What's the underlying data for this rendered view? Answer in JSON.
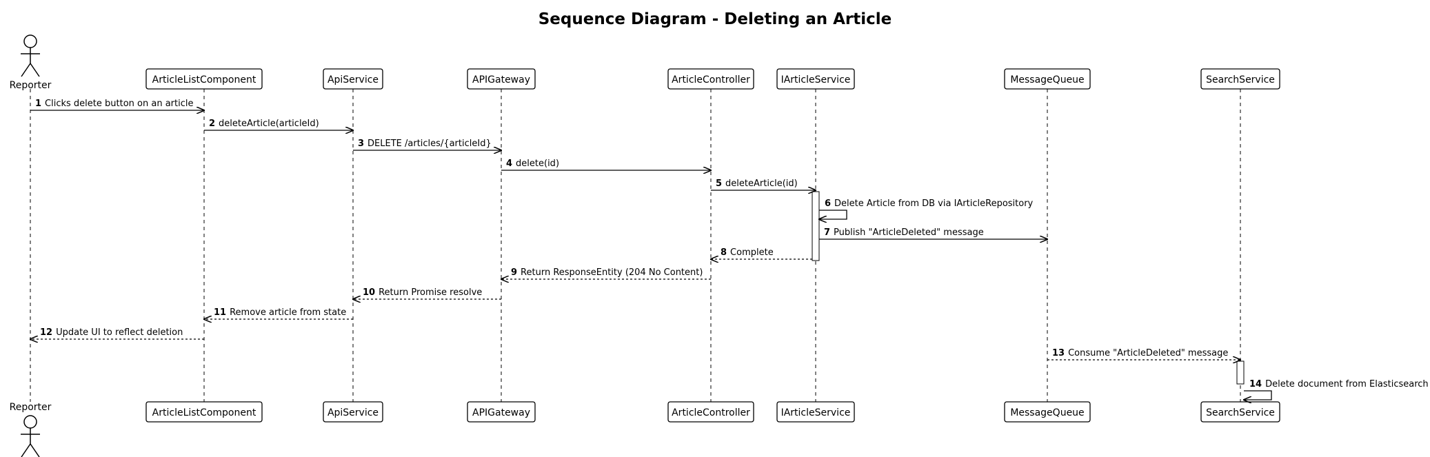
{
  "diagram": {
    "title": "Sequence Diagram - Deleting an Article"
  },
  "participants": [
    {
      "id": "reporter",
      "name": "Reporter",
      "kind": "actor"
    },
    {
      "id": "alc",
      "name": "ArticleListComponent",
      "kind": "box"
    },
    {
      "id": "api",
      "name": "ApiService",
      "kind": "box"
    },
    {
      "id": "gw",
      "name": "APIGateway",
      "kind": "box"
    },
    {
      "id": "ctrl",
      "name": "ArticleController",
      "kind": "box"
    },
    {
      "id": "svc",
      "name": "IArticleService",
      "kind": "box"
    },
    {
      "id": "mq",
      "name": "MessageQueue",
      "kind": "box"
    },
    {
      "id": "search",
      "name": "SearchService",
      "kind": "box"
    }
  ],
  "messages": [
    {
      "num": "1",
      "text": "Clicks delete button on an article",
      "from": "reporter",
      "to": "alc",
      "style": "solid"
    },
    {
      "num": "2",
      "text": "deleteArticle(articleId)",
      "from": "alc",
      "to": "api",
      "style": "solid"
    },
    {
      "num": "3",
      "text": "DELETE /articles/{articleId}",
      "from": "api",
      "to": "gw",
      "style": "solid"
    },
    {
      "num": "4",
      "text": "delete(id)",
      "from": "gw",
      "to": "ctrl",
      "style": "solid"
    },
    {
      "num": "5",
      "text": "deleteArticle(id)",
      "from": "ctrl",
      "to": "svc",
      "style": "solid"
    },
    {
      "num": "6",
      "text": "Delete Article from DB via IArticleRepository",
      "from": "svc",
      "to": "svc",
      "style": "solid"
    },
    {
      "num": "7",
      "text": "Publish \"ArticleDeleted\" message",
      "from": "svc",
      "to": "mq",
      "style": "solid"
    },
    {
      "num": "8",
      "text": "Complete",
      "from": "svc",
      "to": "ctrl",
      "style": "dashed"
    },
    {
      "num": "9",
      "text": "Return ResponseEntity (204 No Content)",
      "from": "ctrl",
      "to": "gw",
      "style": "dashed"
    },
    {
      "num": "10",
      "text": "Return Promise resolve",
      "from": "gw",
      "to": "api",
      "style": "dashed"
    },
    {
      "num": "11",
      "text": "Remove article from state",
      "from": "api",
      "to": "alc",
      "style": "dashed"
    },
    {
      "num": "12",
      "text": "Update UI to reflect deletion",
      "from": "alc",
      "to": "reporter",
      "style": "dashed"
    },
    {
      "num": "13",
      "text": "Consume \"ArticleDeleted\" message",
      "from": "mq",
      "to": "search",
      "style": "dashed"
    },
    {
      "num": "14",
      "text": "Delete document from Elasticsearch",
      "from": "search",
      "to": "search",
      "style": "solid"
    }
  ],
  "activations": [
    {
      "participant": "svc",
      "from_message": 5,
      "to_message": 8
    },
    {
      "participant": "search",
      "from_message": 13,
      "to_message": 14
    }
  ]
}
